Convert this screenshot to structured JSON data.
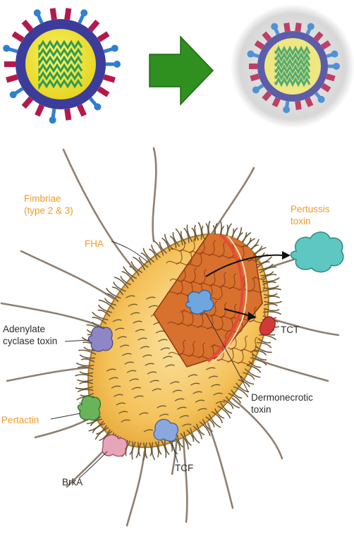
{
  "labels": {
    "fimbriae_line1": "Fimbriae",
    "fimbriae_line2": "(type 2 & 3)",
    "pertussis_line1": "Pertussis",
    "pertussis_line2": "toxin",
    "fha": "FHA",
    "adenylate_line1": "Adenylate",
    "adenylate_line2": "cyclase toxin",
    "tct": "TCT",
    "dermonecrotic_line1": "Dermonecrotic",
    "dermonecrotic_line2": "toxin",
    "pertactin": "Pertactin",
    "tcf": "TCF",
    "brka": "BrkA"
  },
  "colors": {
    "label_orange": "#f09a2a",
    "label_dark": "#2b2b2b",
    "virus_core": "#f2e633",
    "virus_envelope": "#3c3c9a",
    "spike_red": "#b4194a",
    "spike_blue": "#2f7fd3",
    "rna_green": "#2f9b54",
    "arrow_green": "#2f8f1f",
    "bacterium_fill": "#f4c25a",
    "cytoplasm": "#d8712e",
    "pertussis_toxin": "#5fc7c1",
    "tct": "#d23a3a",
    "dermonecrotic": "#6ea6e0",
    "adenylate_cyclase": "#8f86c6",
    "pertactin": "#69b45a",
    "brka": "#e7a6b8",
    "tcf": "#8aa8de"
  }
}
